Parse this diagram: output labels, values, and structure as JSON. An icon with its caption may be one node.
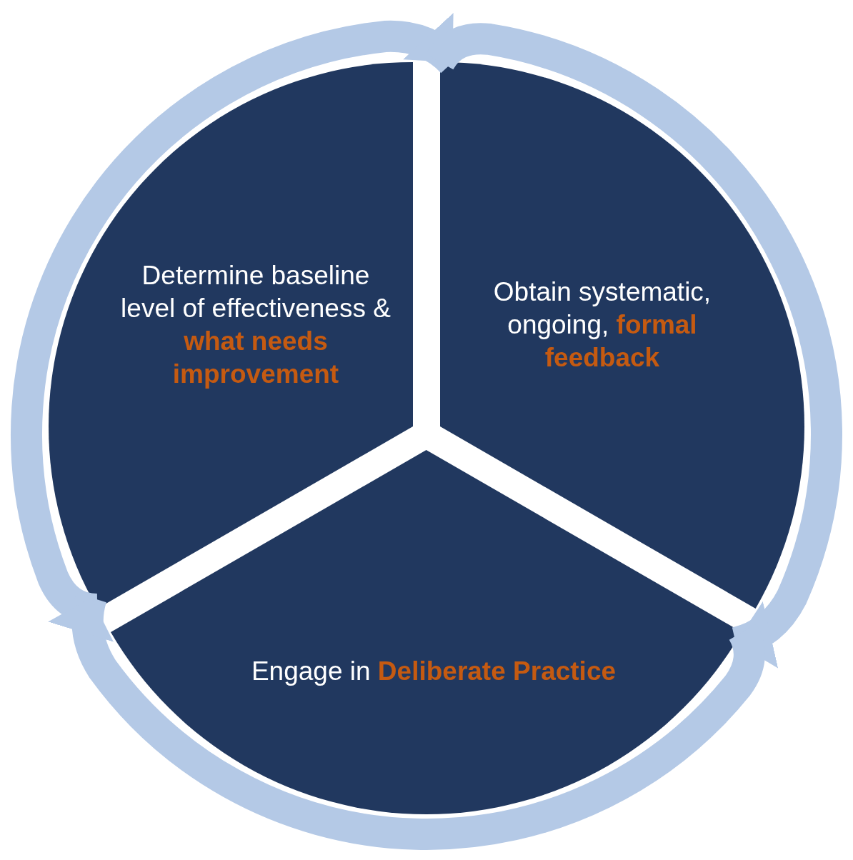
{
  "diagram": {
    "nodes": [
      {
        "text": [
          "Determine baseline level of effectiveness & **what needs improvement**"
        ]
      },
      {
        "text": [
          "Obtain systematic, ongoing, **formal feedback**"
        ]
      },
      {
        "text": [
          "Engage in **Deliberate Practice**"
        ]
      }
    ],
    "edges": [
      {
        "from": 0,
        "to": 1,
        "arrow": "to"
      },
      {
        "from": 1,
        "to": 2,
        "arrow": "to"
      },
      {
        "from": 2,
        "to": 0,
        "arrow": "to"
      }
    ]
  }
}
